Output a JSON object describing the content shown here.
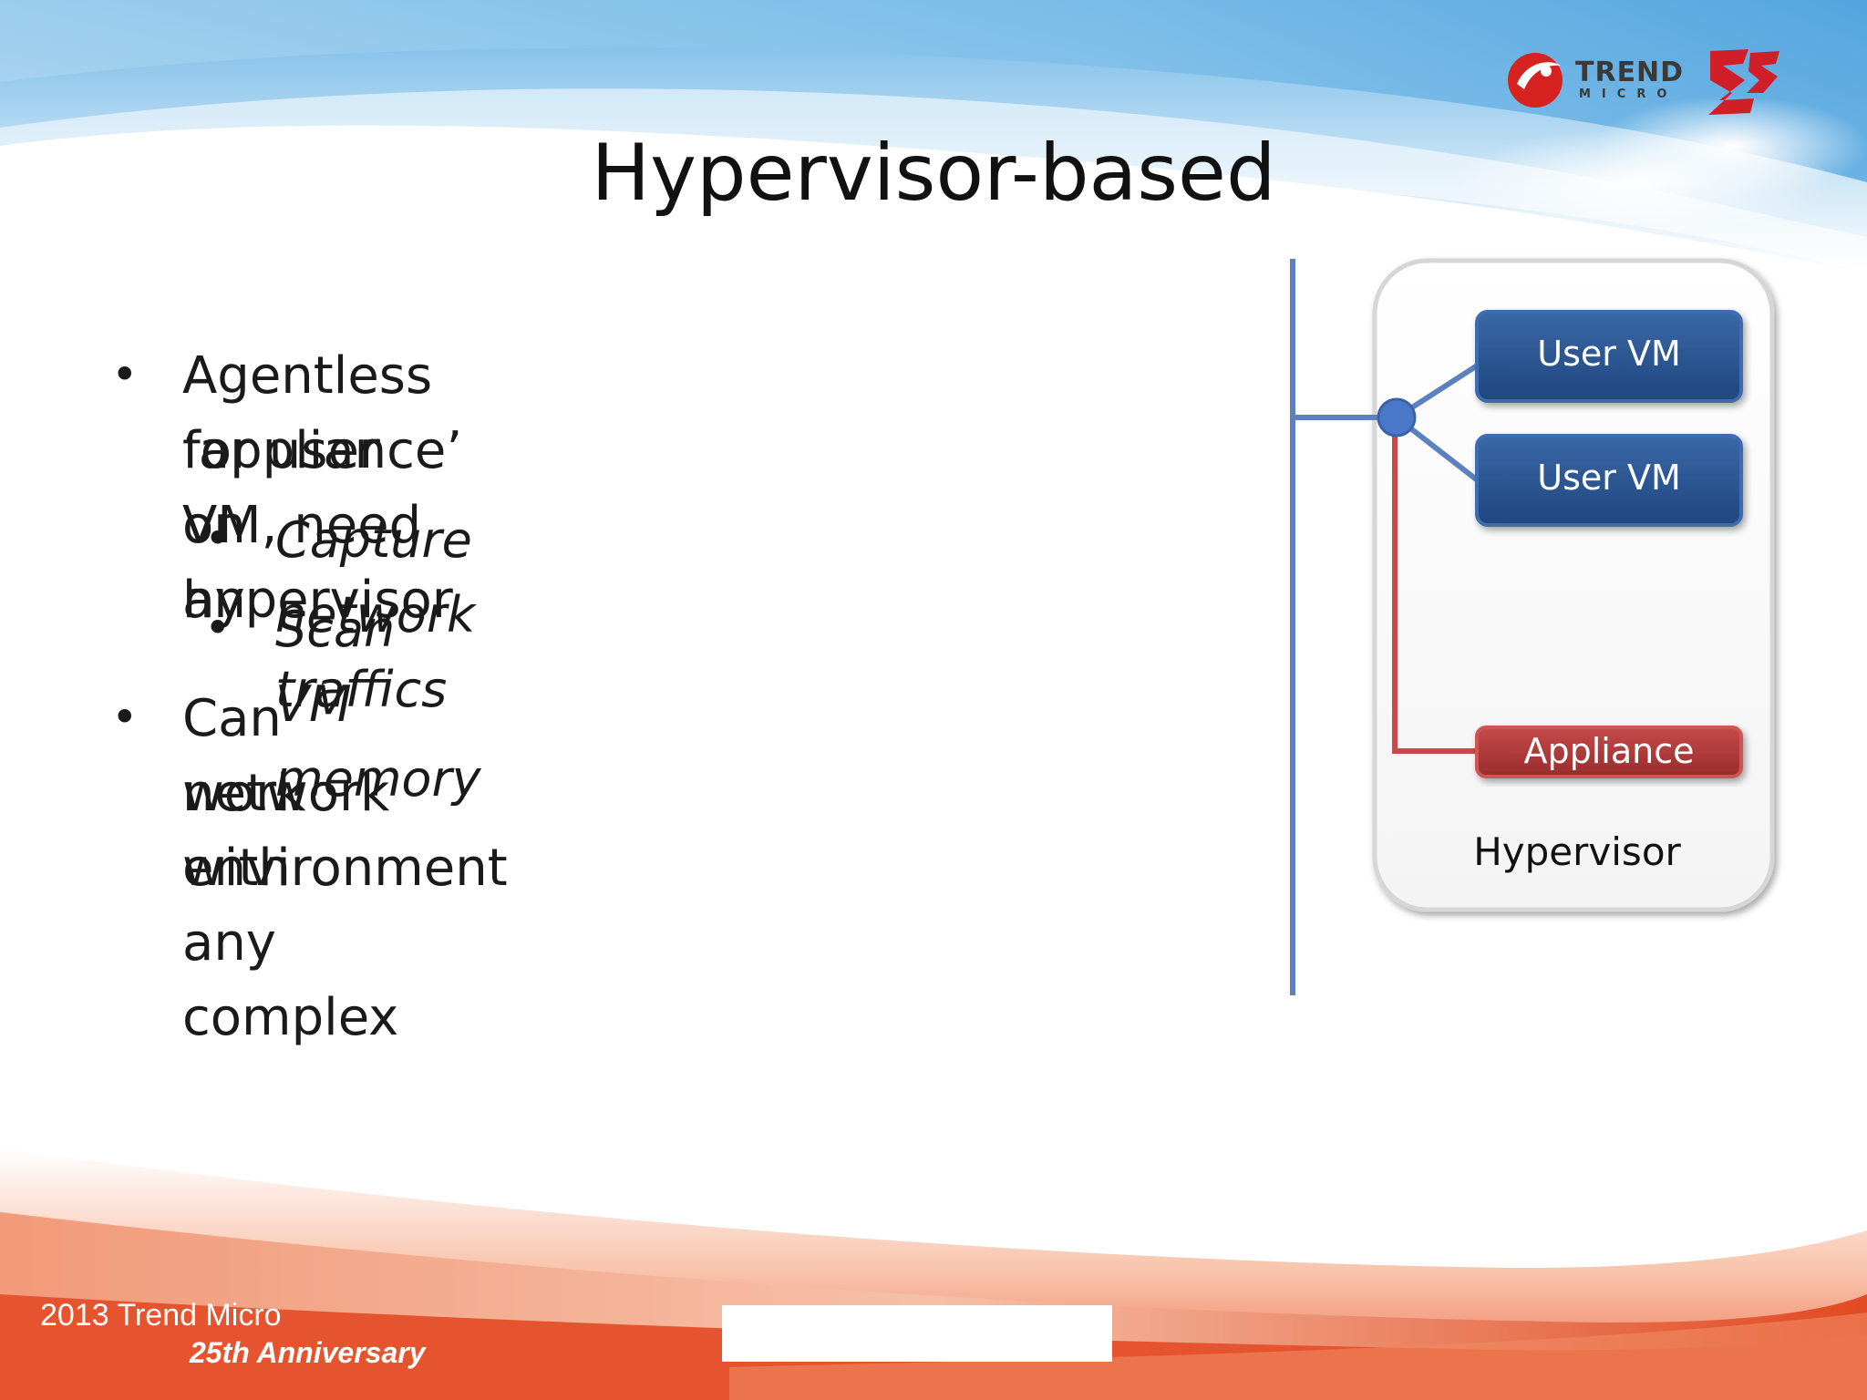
{
  "slide": {
    "title": "Hypervisor-based",
    "bullets": [
      {
        "line1": "Agentless for user VM, need an",
        "line2": "‘appliance’ on hypervisor"
      },
      {
        "sub": "Capture network traffics"
      },
      {
        "sub": "Scan VM memory"
      },
      {
        "line1": "Can work with any complex",
        "line2": "network environment"
      }
    ]
  },
  "diagram": {
    "vm1_label": "User VM",
    "vm2_label": "User VM",
    "appliance_label": "Appliance",
    "hypervisor_label": "Hypervisor",
    "colors": {
      "vm_fill": "#2a5591",
      "appliance_fill": "#b03a3a",
      "network_line": "#5b82bf",
      "appliance_line": "#c94848"
    }
  },
  "logo": {
    "brand_line1": "TREND",
    "brand_line2": "MICRO",
    "anniversary_mark": "25"
  },
  "footer": {
    "line1": "2013 Trend Micro",
    "line2": "25th Anniversary"
  }
}
